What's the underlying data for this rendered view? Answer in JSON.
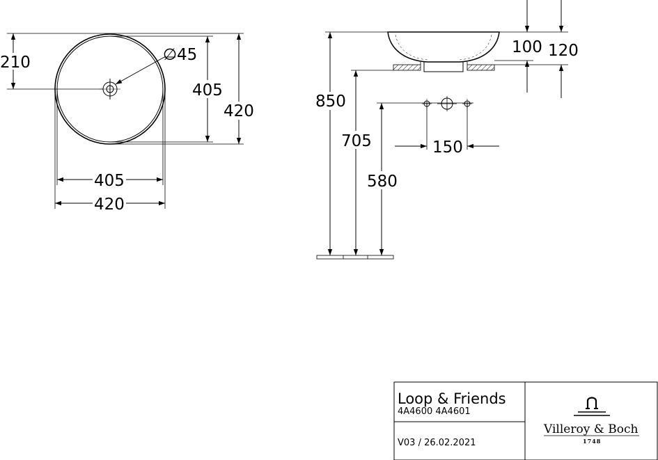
{
  "top_view": {
    "offset_label": "210",
    "drain_label": "∅45",
    "inner_height_label": "405",
    "outer_height_label": "420",
    "inner_width_label": "405",
    "outer_width_label": "420"
  },
  "side_view": {
    "bowl_height_label": "100",
    "overall_height_label": "120",
    "mount_height_label": "850",
    "counter_height_label": "705",
    "tap_height_label": "580",
    "tap_spacing_label": "150"
  },
  "title_block": {
    "product_name": "Loop & Friends",
    "article_numbers": "4A4600 4A4601",
    "version": "V03 / 26.02.2021",
    "brand": "Villeroy & Boch",
    "brand_year": "1748"
  }
}
